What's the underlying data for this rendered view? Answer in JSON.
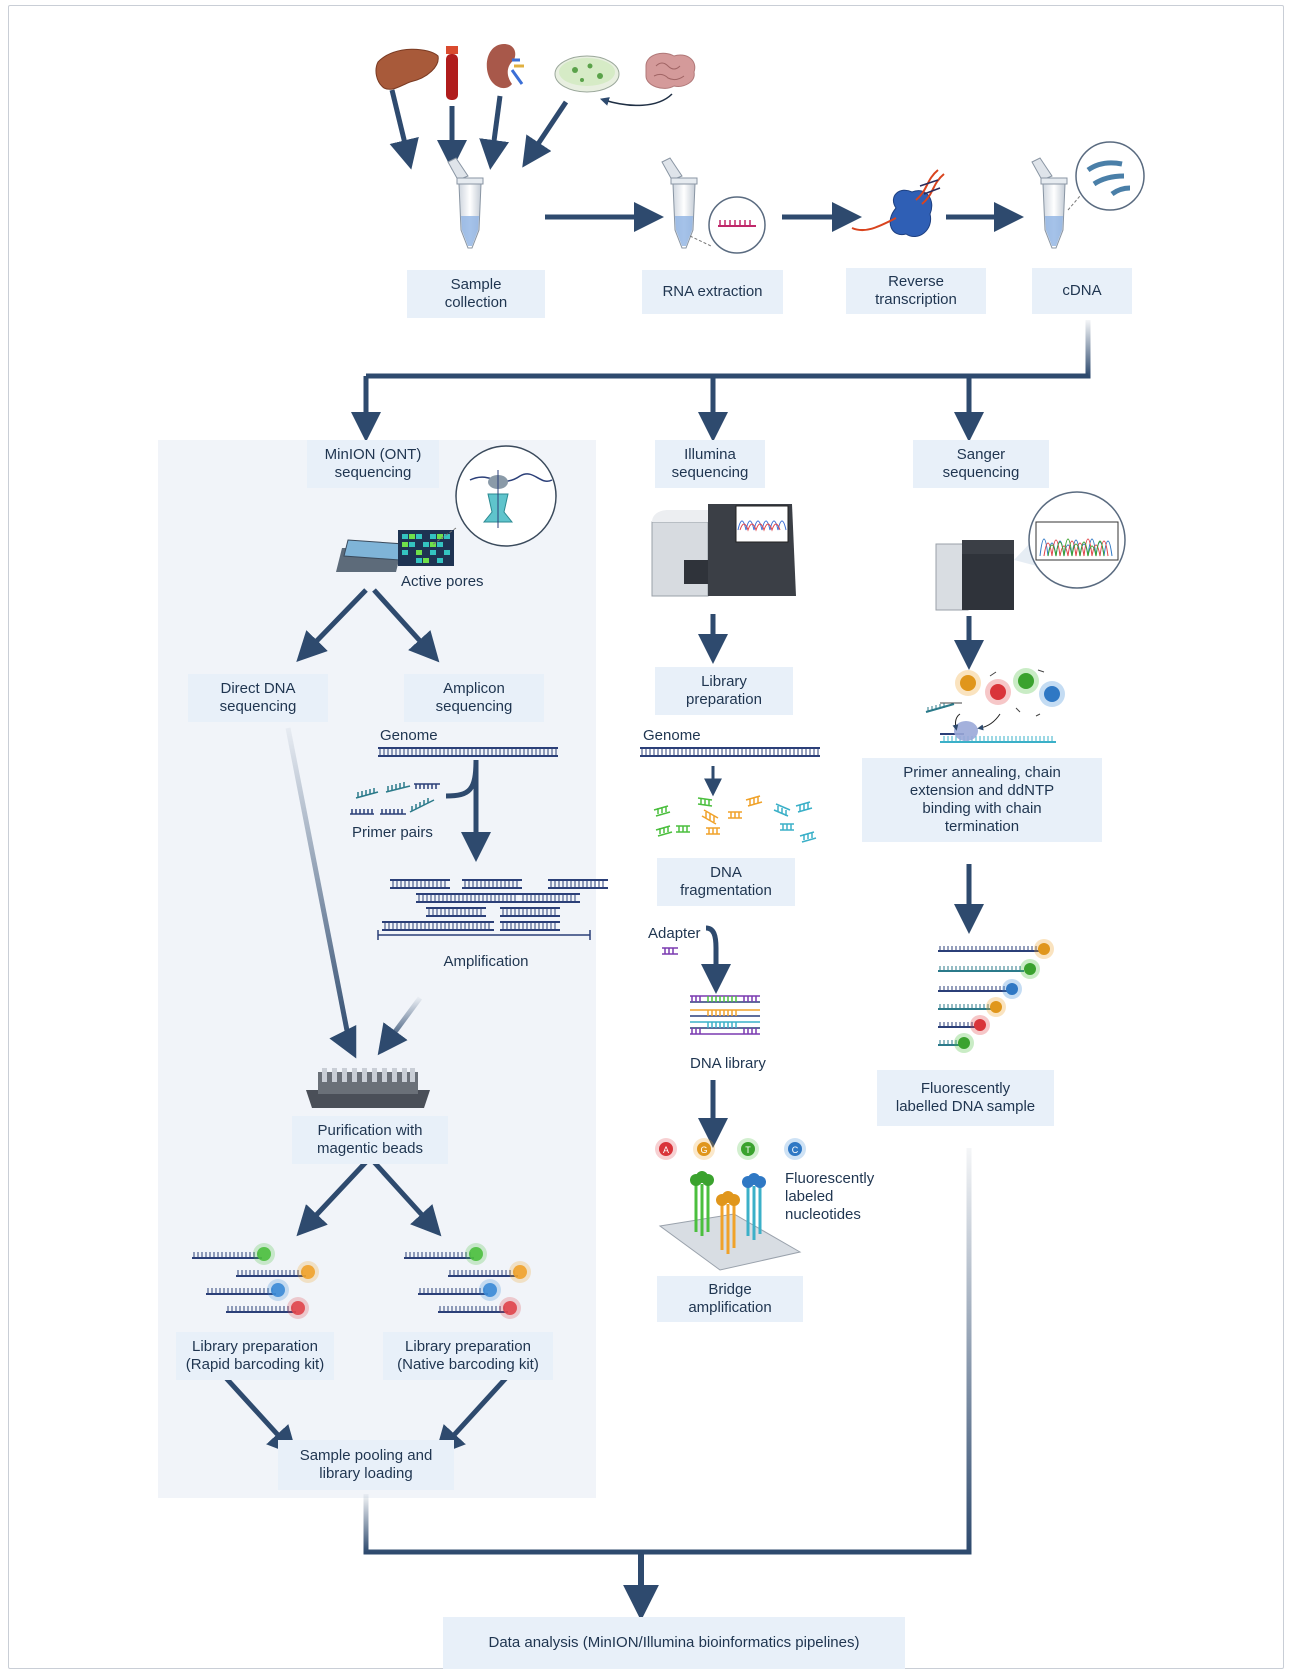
{
  "top_steps": {
    "sample_collection": "Sample\ncollection",
    "rna_extraction": "RNA extraction",
    "reverse_transcription": "Reverse\ntranscription",
    "cdna": "cDNA"
  },
  "ont": {
    "title": "MinION (ONT)\nsequencing",
    "active_pores": "Active pores",
    "direct": "Direct DNA\nsequencing",
    "amplicon": "Amplicon\nsequencing",
    "genome": "Genome",
    "primer_pairs": "Primer pairs",
    "amplification": "Amplification",
    "purification": "Purification with\nmagentic beads",
    "lib_rapid": "Library preparation\n(Rapid barcoding kit)",
    "lib_native": "Library preparation\n(Native barcoding kit)",
    "pooling": "Sample pooling and\nlibrary loading"
  },
  "illumina": {
    "title": "Illumina\nsequencing",
    "library_prep": "Library\npreparation",
    "genome": "Genome",
    "fragmentation": "DNA\nfragmentation",
    "adapter": "Adapter",
    "dna_library": "DNA library",
    "nucleotides": [
      "A",
      "G",
      "T",
      "C"
    ],
    "fluorescent": "Fluorescently\nlabeled\nnucleotides",
    "bridge": "Bridge\namplification"
  },
  "sanger": {
    "title": "Sanger\nsequencing",
    "primer_annealing": "Primer annealing, chain\nextension and ddNTP\nbinding with chain\ntermination",
    "fluor_sample": "Fluorescently\nlabelled DNA sample"
  },
  "final": "Data analysis (MinION/Illumina bioinformatics pipelines)",
  "colors": {
    "arrow": "#2e4a6e",
    "label_bg": "#e8f0f9",
    "panel_bg": "#f1f4f9",
    "dna": "#2b3f78",
    "green": "#4bbf3e",
    "orange": "#f0a22a",
    "blue": "#3b8ad6",
    "red": "#e0454a"
  }
}
